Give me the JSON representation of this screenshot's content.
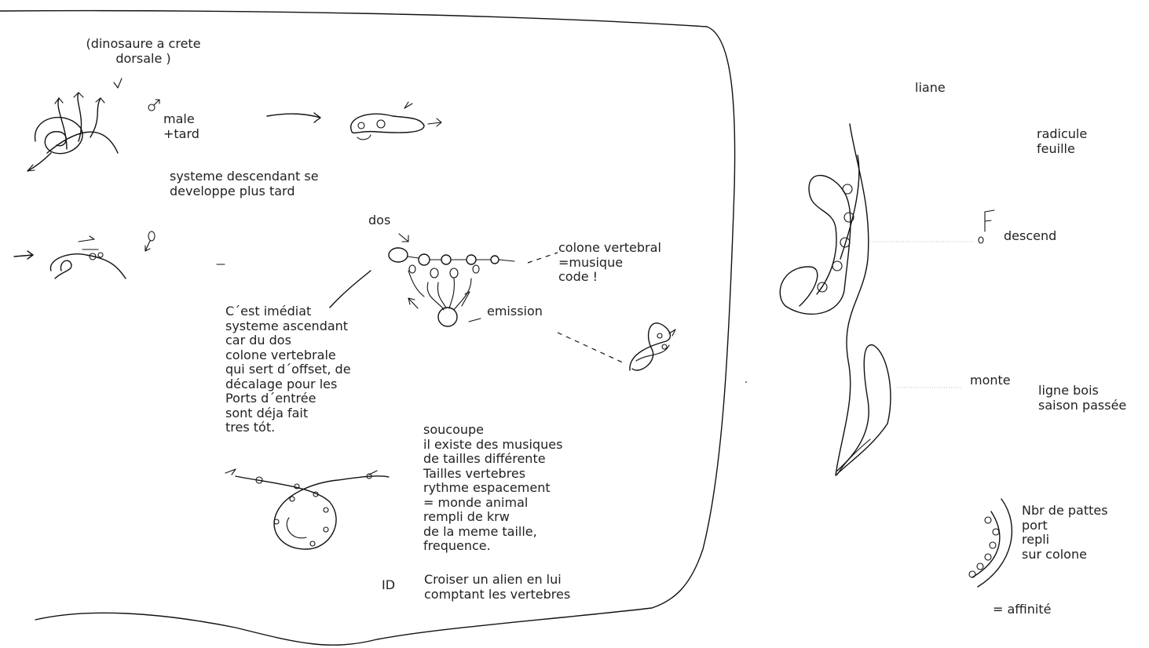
{
  "notes": {
    "dinosaur": "(dinosaure a crete\ndorsale )",
    "male": "male\n+tard",
    "descending": "systeme descendant se\ndeveloppe plus tard",
    "dos": "dos",
    "colonne": "colone vertebral\n=musique\ncode !",
    "emission": "emission",
    "immediate": "C´est imédiat\nsysteme ascendant\ncar du dos\ncolone vertebrale\nqui sert d´offset, de\ndécalage pour les\nPorts d´entrée\nsont déja fait\ntres tót.",
    "soucoupe": "soucoupe\nil existe des musiques\nde tailles différente\nTailles vertebres\nrythme espacement\n= monde animal\nrempli de krw\nde la meme taille,\nfrequence.",
    "id": "ID",
    "croiser": "Croiser un alien en lui\ncomptant les vertebres",
    "liane": "liane",
    "radicule": "radicule\nfeuille",
    "descend": "descend",
    "monte": "monte",
    "ligne_bois": "ligne bois\nsaison passée",
    "pattes": "Nbr de pattes\nport\nrepli\nsur colone",
    "affinite": "= affinité"
  }
}
